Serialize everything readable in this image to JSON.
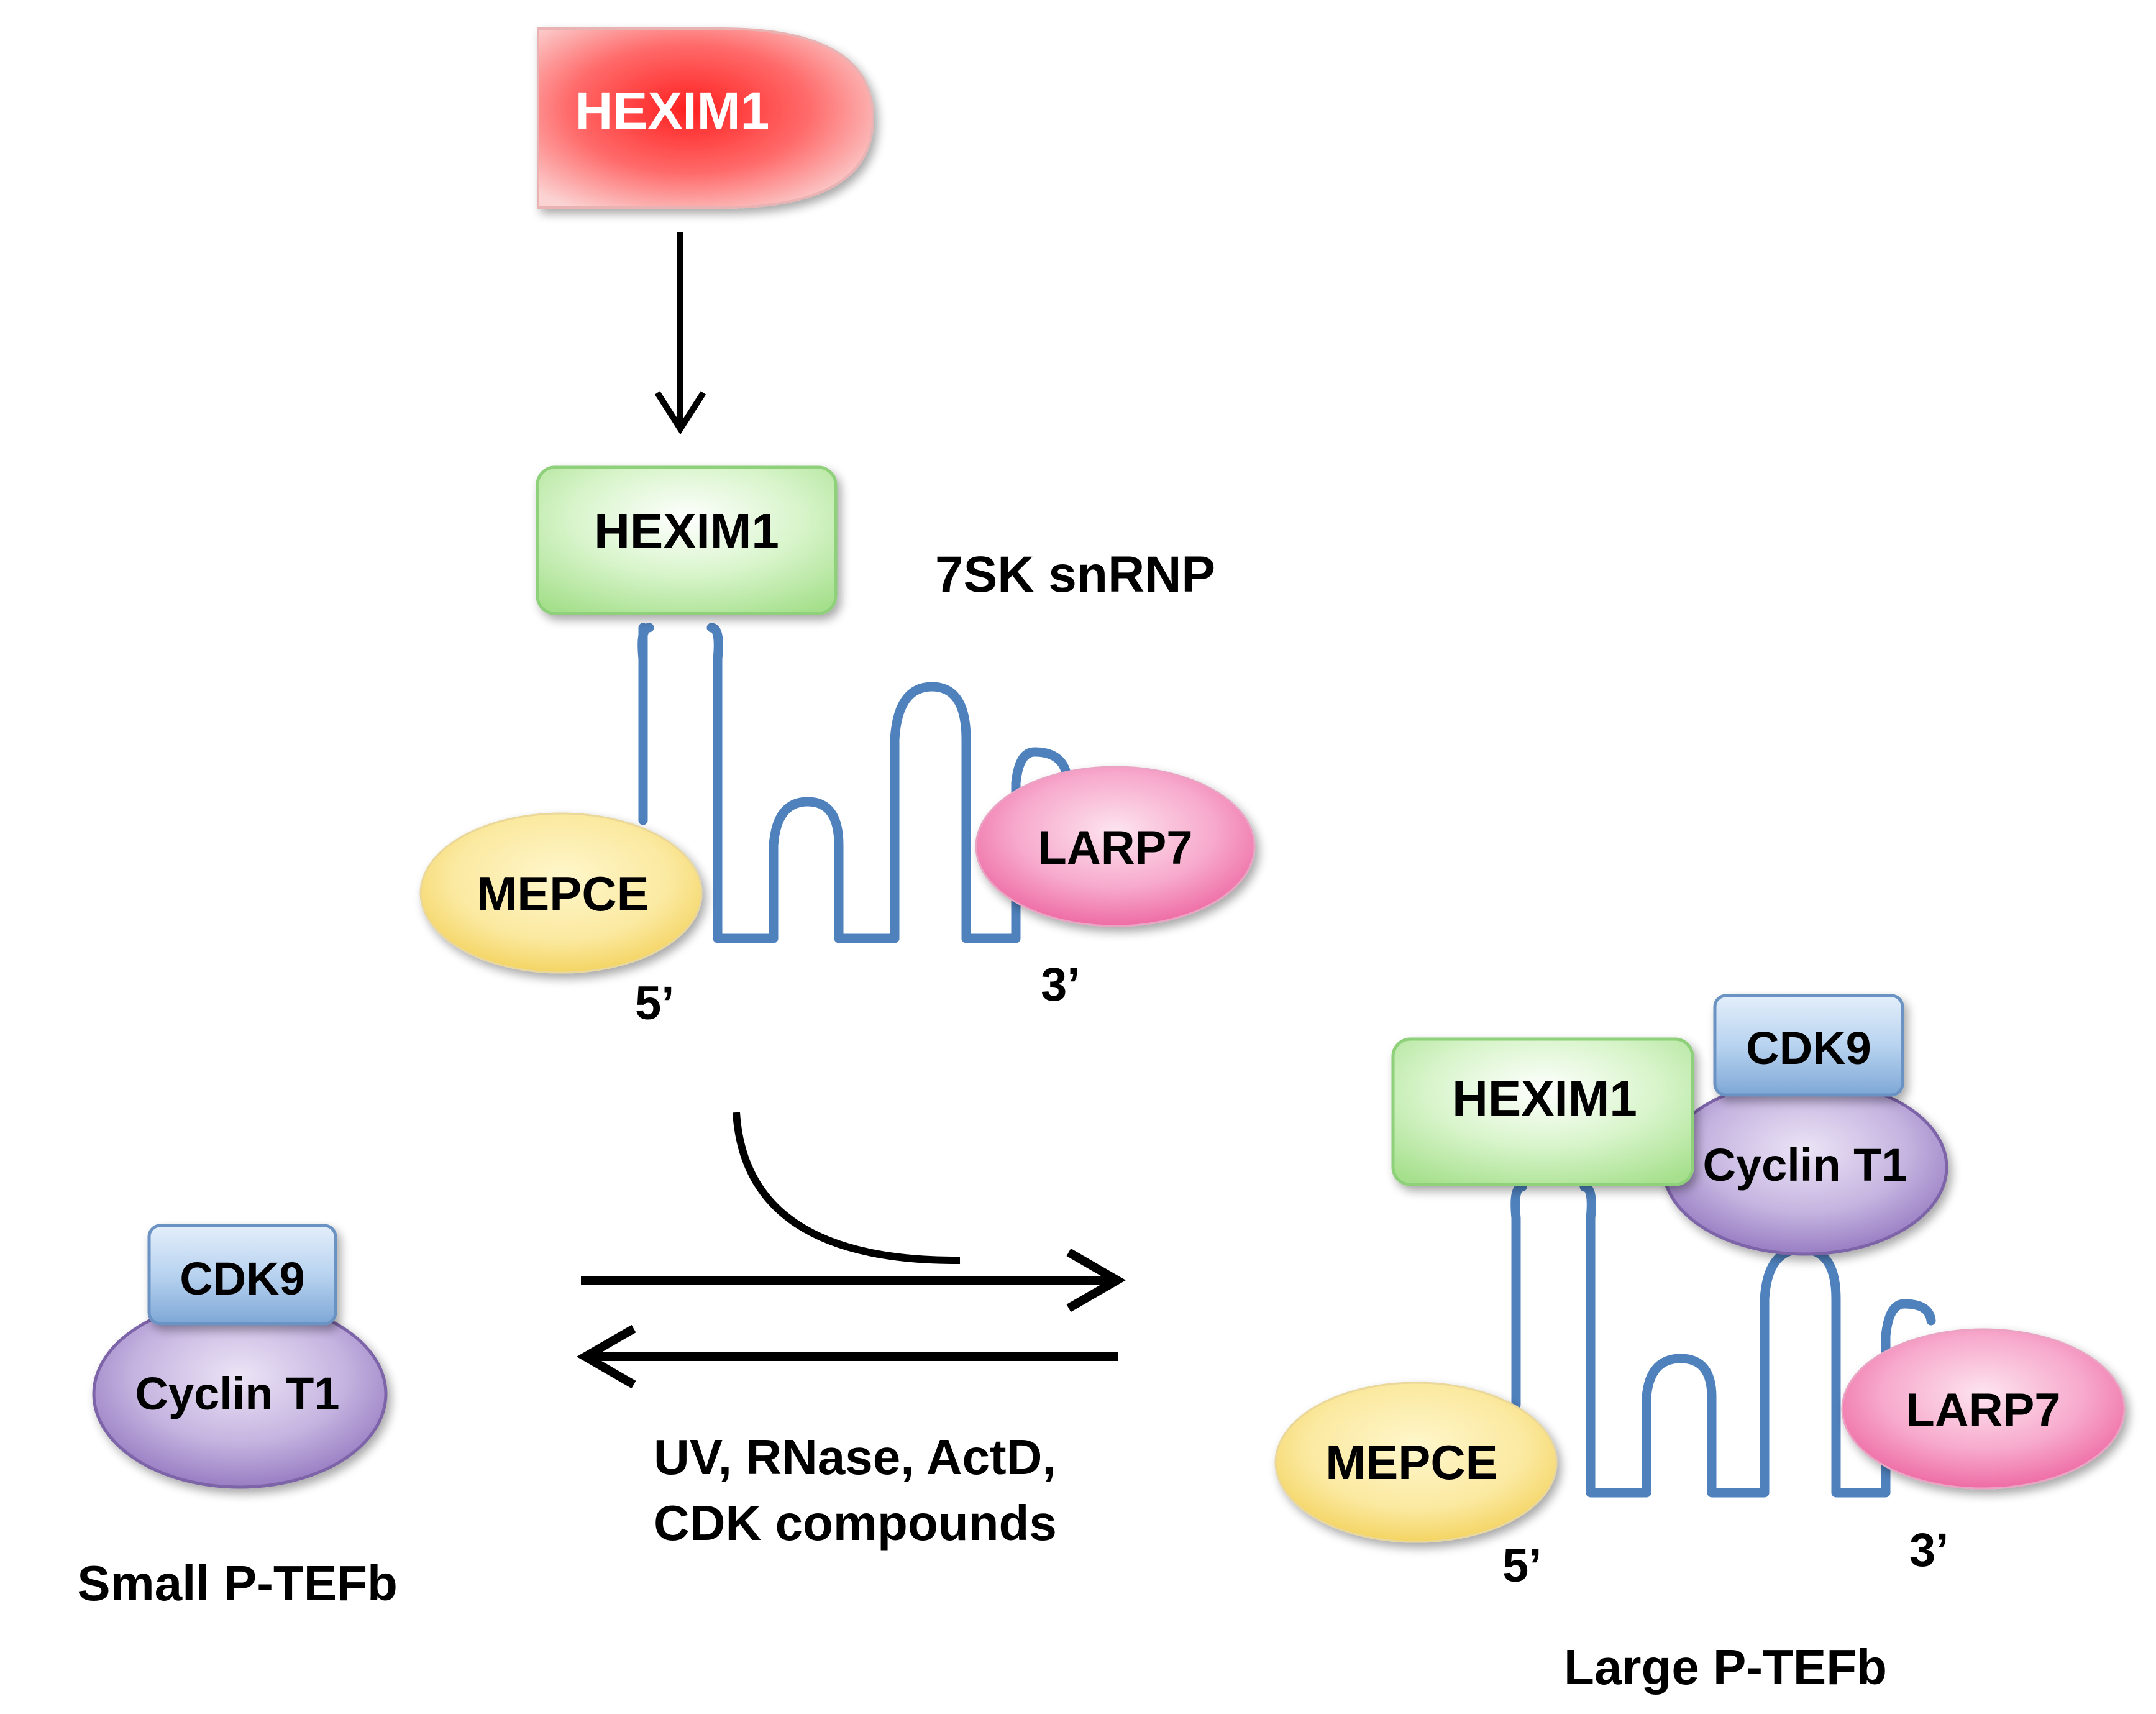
{
  "hexim1_free": {
    "label": "HEXIM1"
  },
  "snrnp": {
    "title": "7SK snRNP",
    "hexim1_label": "HEXIM1",
    "mepce_label": "MEPCE",
    "larp7_label": "LARP7",
    "five_prime": "5’",
    "three_prime": "3’"
  },
  "small_ptefb": {
    "cdk9_label": "CDK9",
    "cyclin_label": "Cyclin T1",
    "caption": "Small P-TEFb"
  },
  "large_ptefb": {
    "hexim1_label": "HEXIM1",
    "cdk9_label": "CDK9",
    "cyclin_label": "Cyclin T1",
    "mepce_label": "MEPCE",
    "larp7_label": "LARP7",
    "five_prime": "5’",
    "three_prime": "3’",
    "caption": "Large P-TEFb"
  },
  "reverse_stimuli": {
    "line1": "UV, RNase, ActD,",
    "line2": "CDK compounds"
  },
  "colors": {
    "hexim1_free_fill": "#ff3b3b",
    "hexim1_bound_fill": "#c6efb4",
    "mepce_fill": "#fbe38a",
    "larp7_fill": "#f27bb0",
    "cdk9_fill": "#a9c9eb",
    "cyclin_fill": "#b7a3d4",
    "rna_stroke": "#4f81bd"
  }
}
